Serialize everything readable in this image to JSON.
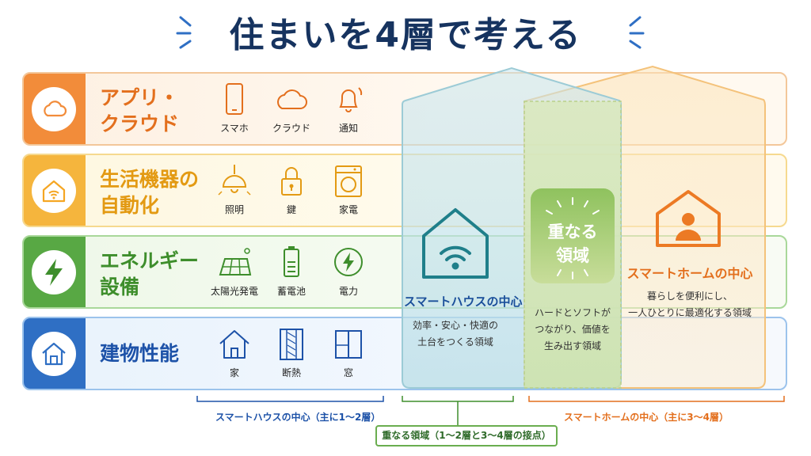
{
  "title": "住まいを4層で考える",
  "layers": [
    {
      "name_line1": "アプリ・",
      "name_line2": "クラウド",
      "icon": "cloud-icon",
      "items": [
        {
          "label": "スマホ",
          "icon": "smartphone-icon"
        },
        {
          "label": "クラウド",
          "icon": "cloud-icon"
        },
        {
          "label": "通知",
          "icon": "bell-icon"
        }
      ]
    },
    {
      "name_line1": "生活機器の",
      "name_line2": "自動化",
      "icon": "smart-home-icon",
      "items": [
        {
          "label": "照明",
          "icon": "lamp-icon"
        },
        {
          "label": "鍵",
          "icon": "lock-icon"
        },
        {
          "label": "家電",
          "icon": "washing-machine-icon"
        }
      ]
    },
    {
      "name_line1": "エネルギー",
      "name_line2": "設備",
      "icon": "lightning-icon",
      "items": [
        {
          "label": "太陽光発電",
          "icon": "solar-panel-icon"
        },
        {
          "label": "蓄電池",
          "icon": "battery-icon"
        },
        {
          "label": "電力",
          "icon": "power-icon"
        }
      ]
    },
    {
      "name_line1": "建物性能",
      "name_line2": "",
      "icon": "house-icon",
      "items": [
        {
          "label": "家",
          "icon": "house-icon"
        },
        {
          "label": "断熱",
          "icon": "insulation-icon"
        },
        {
          "label": "窓",
          "icon": "window-icon"
        }
      ]
    }
  ],
  "smart_house": {
    "title": "スマートハウスの中心",
    "desc_line1": "効率・安心・快適の",
    "desc_line2": "土台をつくる領域",
    "icon": "wifi-house-icon"
  },
  "overlap": {
    "title_line1": "重なる",
    "title_line2": "領域",
    "desc_line1": "ハードとソフトが",
    "desc_line2": "つながり、価値を",
    "desc_line3": "生み出す領域"
  },
  "smart_home": {
    "title": "スマートホームの中心",
    "desc_line1": "暮らしを便利にし、",
    "desc_line2": "一人ひとりに最適化する領域",
    "icon": "person-house-icon"
  },
  "bottom": {
    "smart_house_label": "スマートハウスの中心（主に1〜2層）",
    "overlap_label": "重なる領域（1〜2層と3〜4層の接点）",
    "smart_home_label": "スマートホームの中心（主に3〜4層）"
  },
  "colors": {
    "title": "#16335f",
    "orange": "#f28c3a",
    "yellow": "#f5b53d",
    "green": "#58a844",
    "blue": "#2f6fc4",
    "teal": "#3a9aa6"
  }
}
